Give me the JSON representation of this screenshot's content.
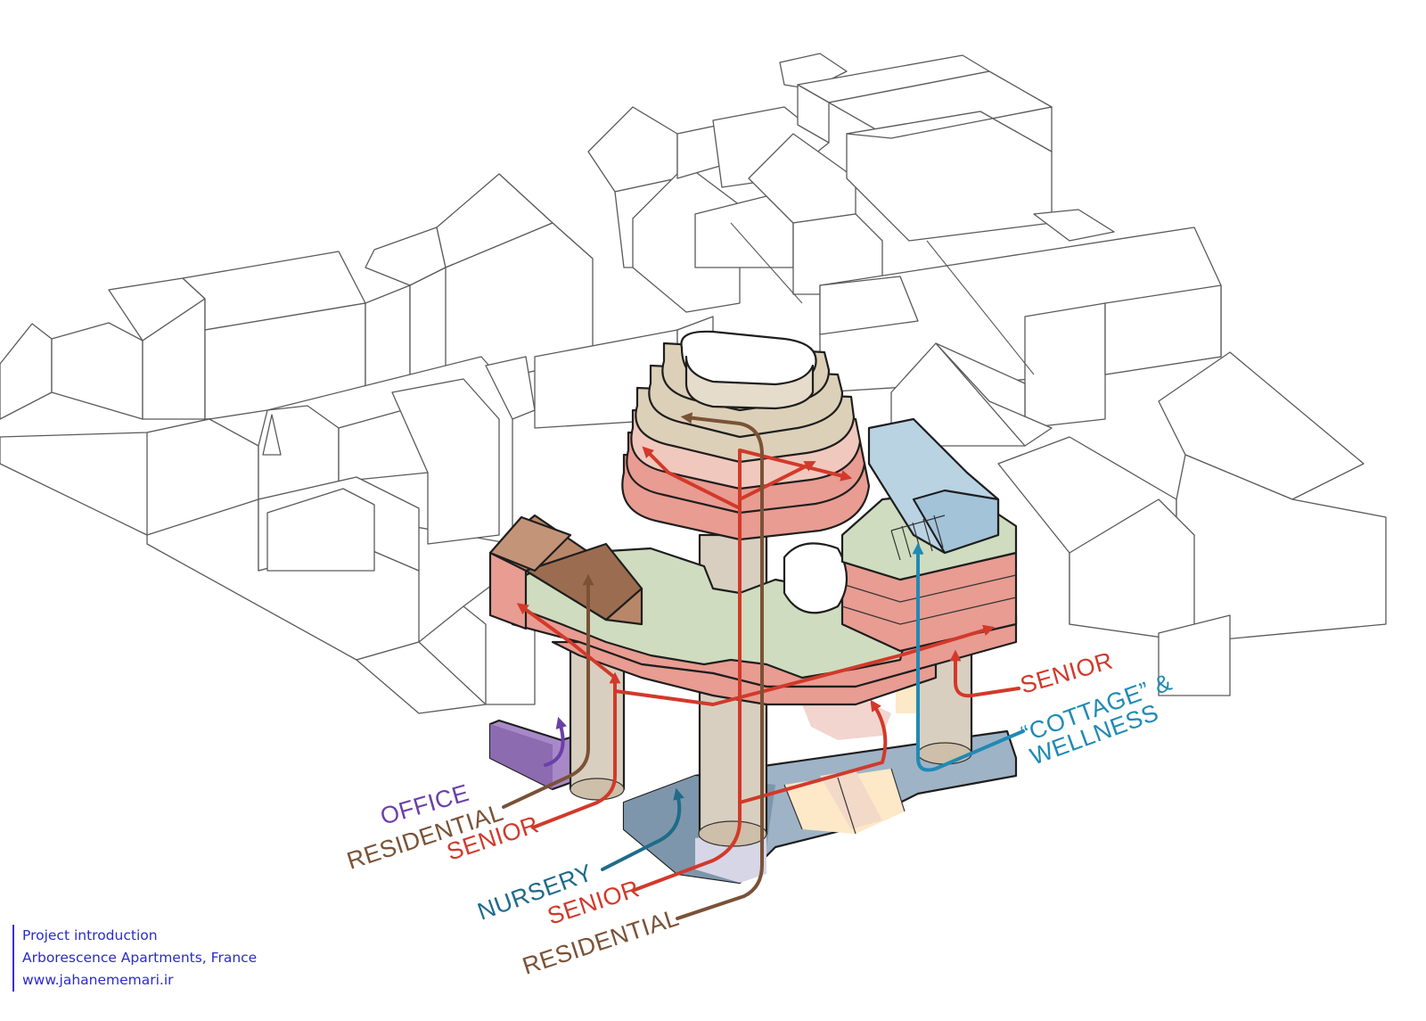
{
  "labels": {
    "office": "OFFICE",
    "residential_left": "RESIDENTIAL",
    "senior_left": "SENIOR",
    "nursery": "NURSERY",
    "senior_bottom": "SENIOR",
    "residential_bottom": "RESIDENTIAL",
    "senior_right": "SENIOR",
    "cottage_line1": "“COTTAGE” &",
    "cottage_line2": "WELLNESS"
  },
  "caption": {
    "line1": "Project introduction",
    "line2": "Arborescence Apartments, France",
    "line3": "www.jahanememari.ir"
  },
  "colors": {
    "office": "#6b3fa8",
    "residential": "#7a5236",
    "senior": "#d2392a",
    "nursery": "#1f6b8a",
    "cottage_wellness": "#1f8ab5",
    "caption": "#2a2ad0",
    "senior_volume": "#e9a39a",
    "green_roof": "#cfdcbf",
    "tower_top": "#ddd0b8",
    "residential_volume": "#b8876a",
    "wellness_volume": "#b9d3e3"
  }
}
